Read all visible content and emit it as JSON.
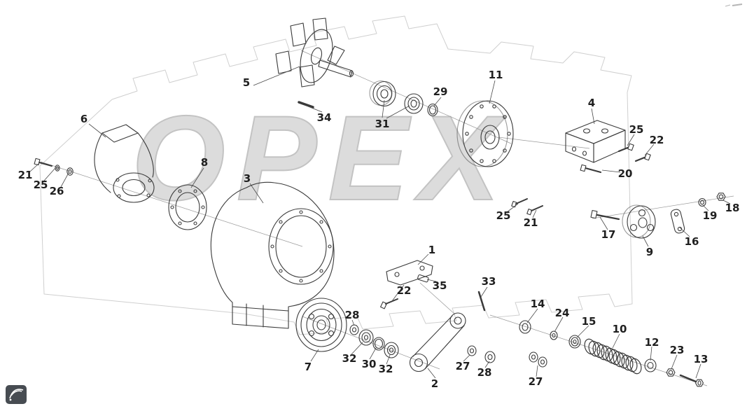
{
  "watermark": {
    "text": "ОРЕХ"
  },
  "colors": {
    "part_line": "#3a3a3a",
    "background_outline": "#cfcfcf",
    "watermark_fill": "#dcdcdc",
    "callout_text": "#1f1f1f",
    "logo_badge": "#474c52"
  },
  "callouts": [
    {
      "text": "5"
    },
    {
      "text": "34"
    },
    {
      "text": "31"
    },
    {
      "text": "29"
    },
    {
      "text": "11"
    },
    {
      "text": "4"
    },
    {
      "text": "25"
    },
    {
      "text": "22"
    },
    {
      "text": "20"
    },
    {
      "text": "21"
    },
    {
      "text": "25"
    },
    {
      "text": "26"
    },
    {
      "text": "6"
    },
    {
      "text": "8"
    },
    {
      "text": "3"
    },
    {
      "text": "25"
    },
    {
      "text": "21"
    },
    {
      "text": "17"
    },
    {
      "text": "9"
    },
    {
      "text": "16"
    },
    {
      "text": "19"
    },
    {
      "text": "18"
    },
    {
      "text": "1"
    },
    {
      "text": "22"
    },
    {
      "text": "35"
    },
    {
      "text": "33"
    },
    {
      "text": "7"
    },
    {
      "text": "28"
    },
    {
      "text": "32"
    },
    {
      "text": "30"
    },
    {
      "text": "32"
    },
    {
      "text": "2"
    },
    {
      "text": "27"
    },
    {
      "text": "28"
    },
    {
      "text": "27"
    },
    {
      "text": "14"
    },
    {
      "text": "24"
    },
    {
      "text": "15"
    },
    {
      "text": "10"
    },
    {
      "text": "12"
    },
    {
      "text": "23"
    },
    {
      "text": "13"
    }
  ]
}
